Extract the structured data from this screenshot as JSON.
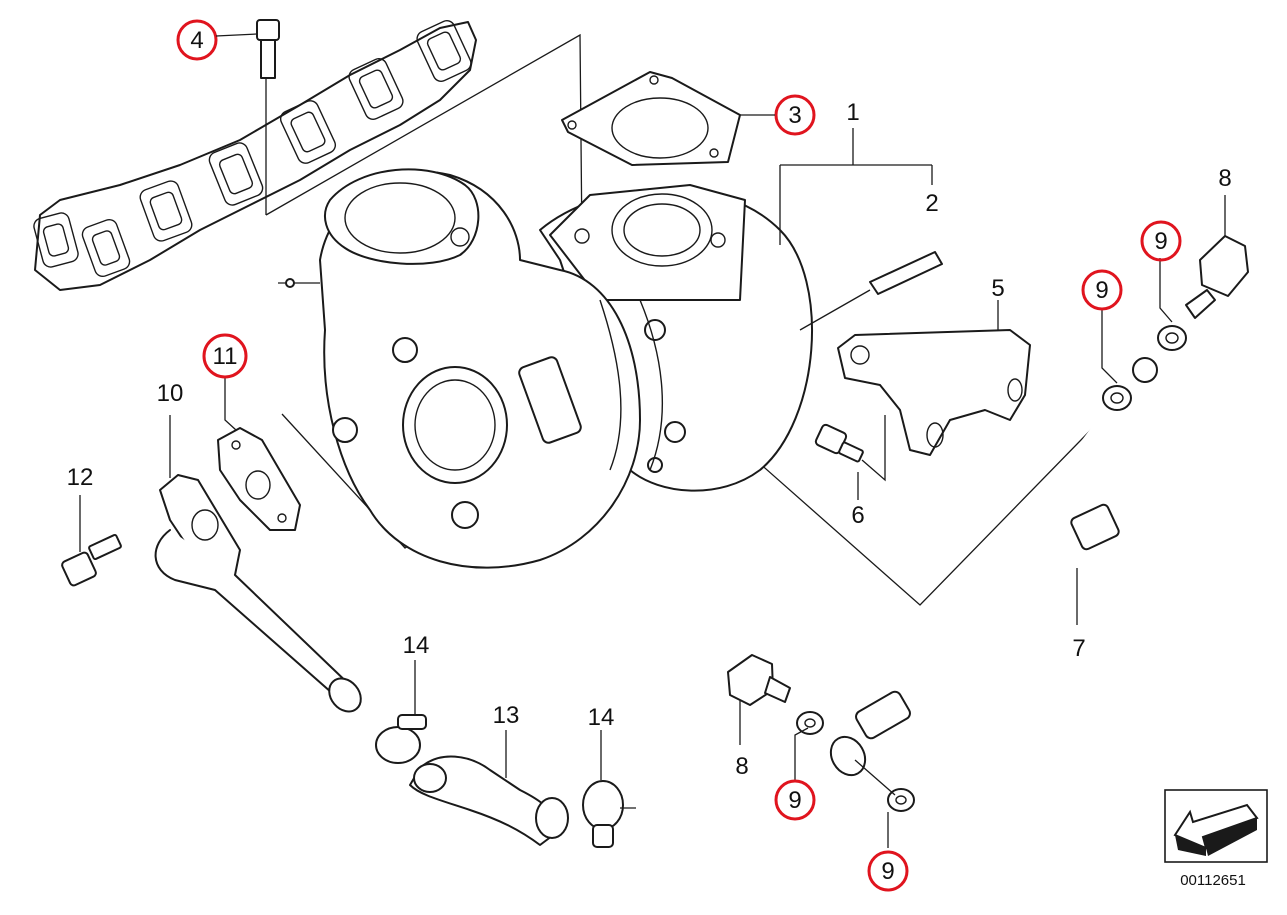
{
  "colors": {
    "highlight": "#e0141e",
    "ink": "#1a1a1a",
    "background": "#ffffff"
  },
  "labels": [
    {
      "id": "label-4-top",
      "text": "4",
      "circled": true
    },
    {
      "id": "label-3",
      "text": "3",
      "circled": true
    },
    {
      "id": "label-1",
      "text": "1",
      "circled": false
    },
    {
      "id": "label-2",
      "text": "2",
      "circled": false
    },
    {
      "id": "label-8-right",
      "text": "8",
      "circled": false
    },
    {
      "id": "label-9-a",
      "text": "9",
      "circled": true
    },
    {
      "id": "label-9-b",
      "text": "9",
      "circled": true
    },
    {
      "id": "label-5",
      "text": "5",
      "circled": false
    },
    {
      "id": "label-11",
      "text": "11",
      "circled": true
    },
    {
      "id": "label-10",
      "text": "10",
      "circled": false
    },
    {
      "id": "label-12",
      "text": "12",
      "circled": false
    },
    {
      "id": "label-6",
      "text": "6",
      "circled": false
    },
    {
      "id": "label-7",
      "text": "7",
      "circled": false
    },
    {
      "id": "label-14-left",
      "text": "14",
      "circled": false
    },
    {
      "id": "label-13",
      "text": "13",
      "circled": false
    },
    {
      "id": "label-14-right",
      "text": "14",
      "circled": false
    },
    {
      "id": "label-8-bottom",
      "text": "8",
      "circled": false
    },
    {
      "id": "label-9-c",
      "text": "9",
      "circled": true
    },
    {
      "id": "label-9-d",
      "text": "9",
      "circled": true
    }
  ],
  "document_id": "00112651",
  "icons": {
    "orientation": "direction-arrow-icon"
  }
}
